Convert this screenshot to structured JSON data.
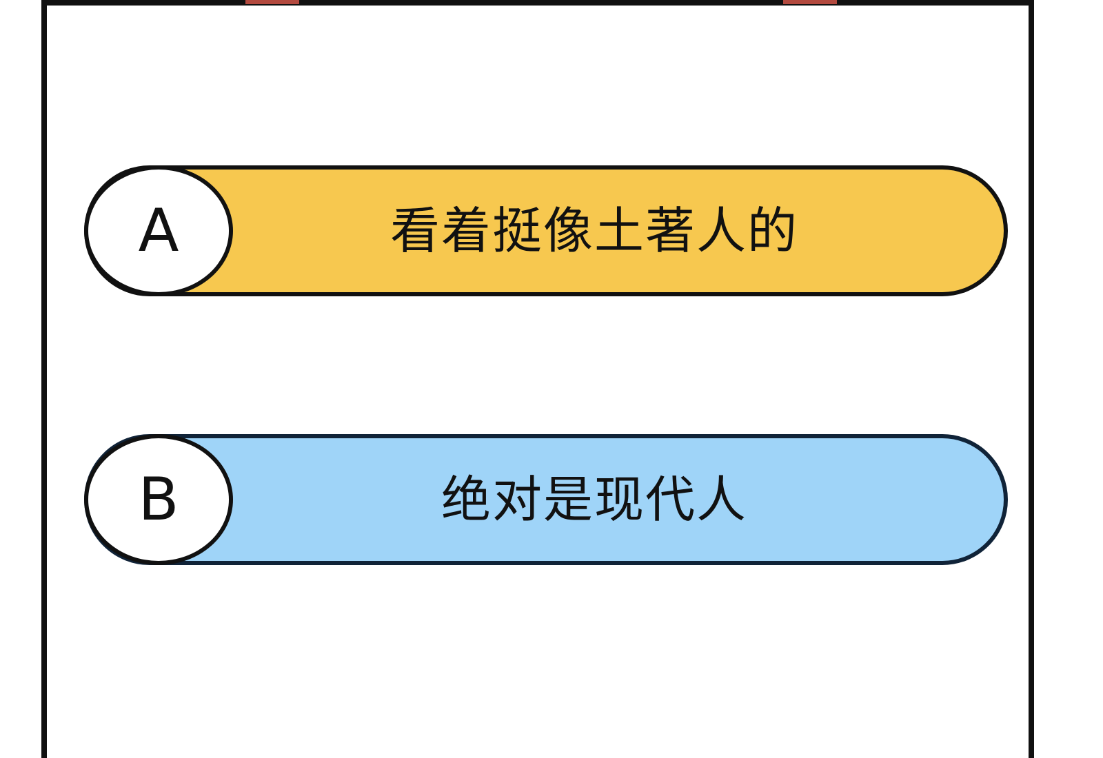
{
  "quiz": {
    "colors": {
      "frame": "#111111",
      "accent_tabs": "#b34a3f",
      "option_a_bg": "#f7c84f",
      "option_b_bg": "#9fd4f8"
    },
    "options": [
      {
        "letter": "A",
        "text": "看着挺像土著人的"
      },
      {
        "letter": "B",
        "text": "绝对是现代人"
      }
    ]
  }
}
